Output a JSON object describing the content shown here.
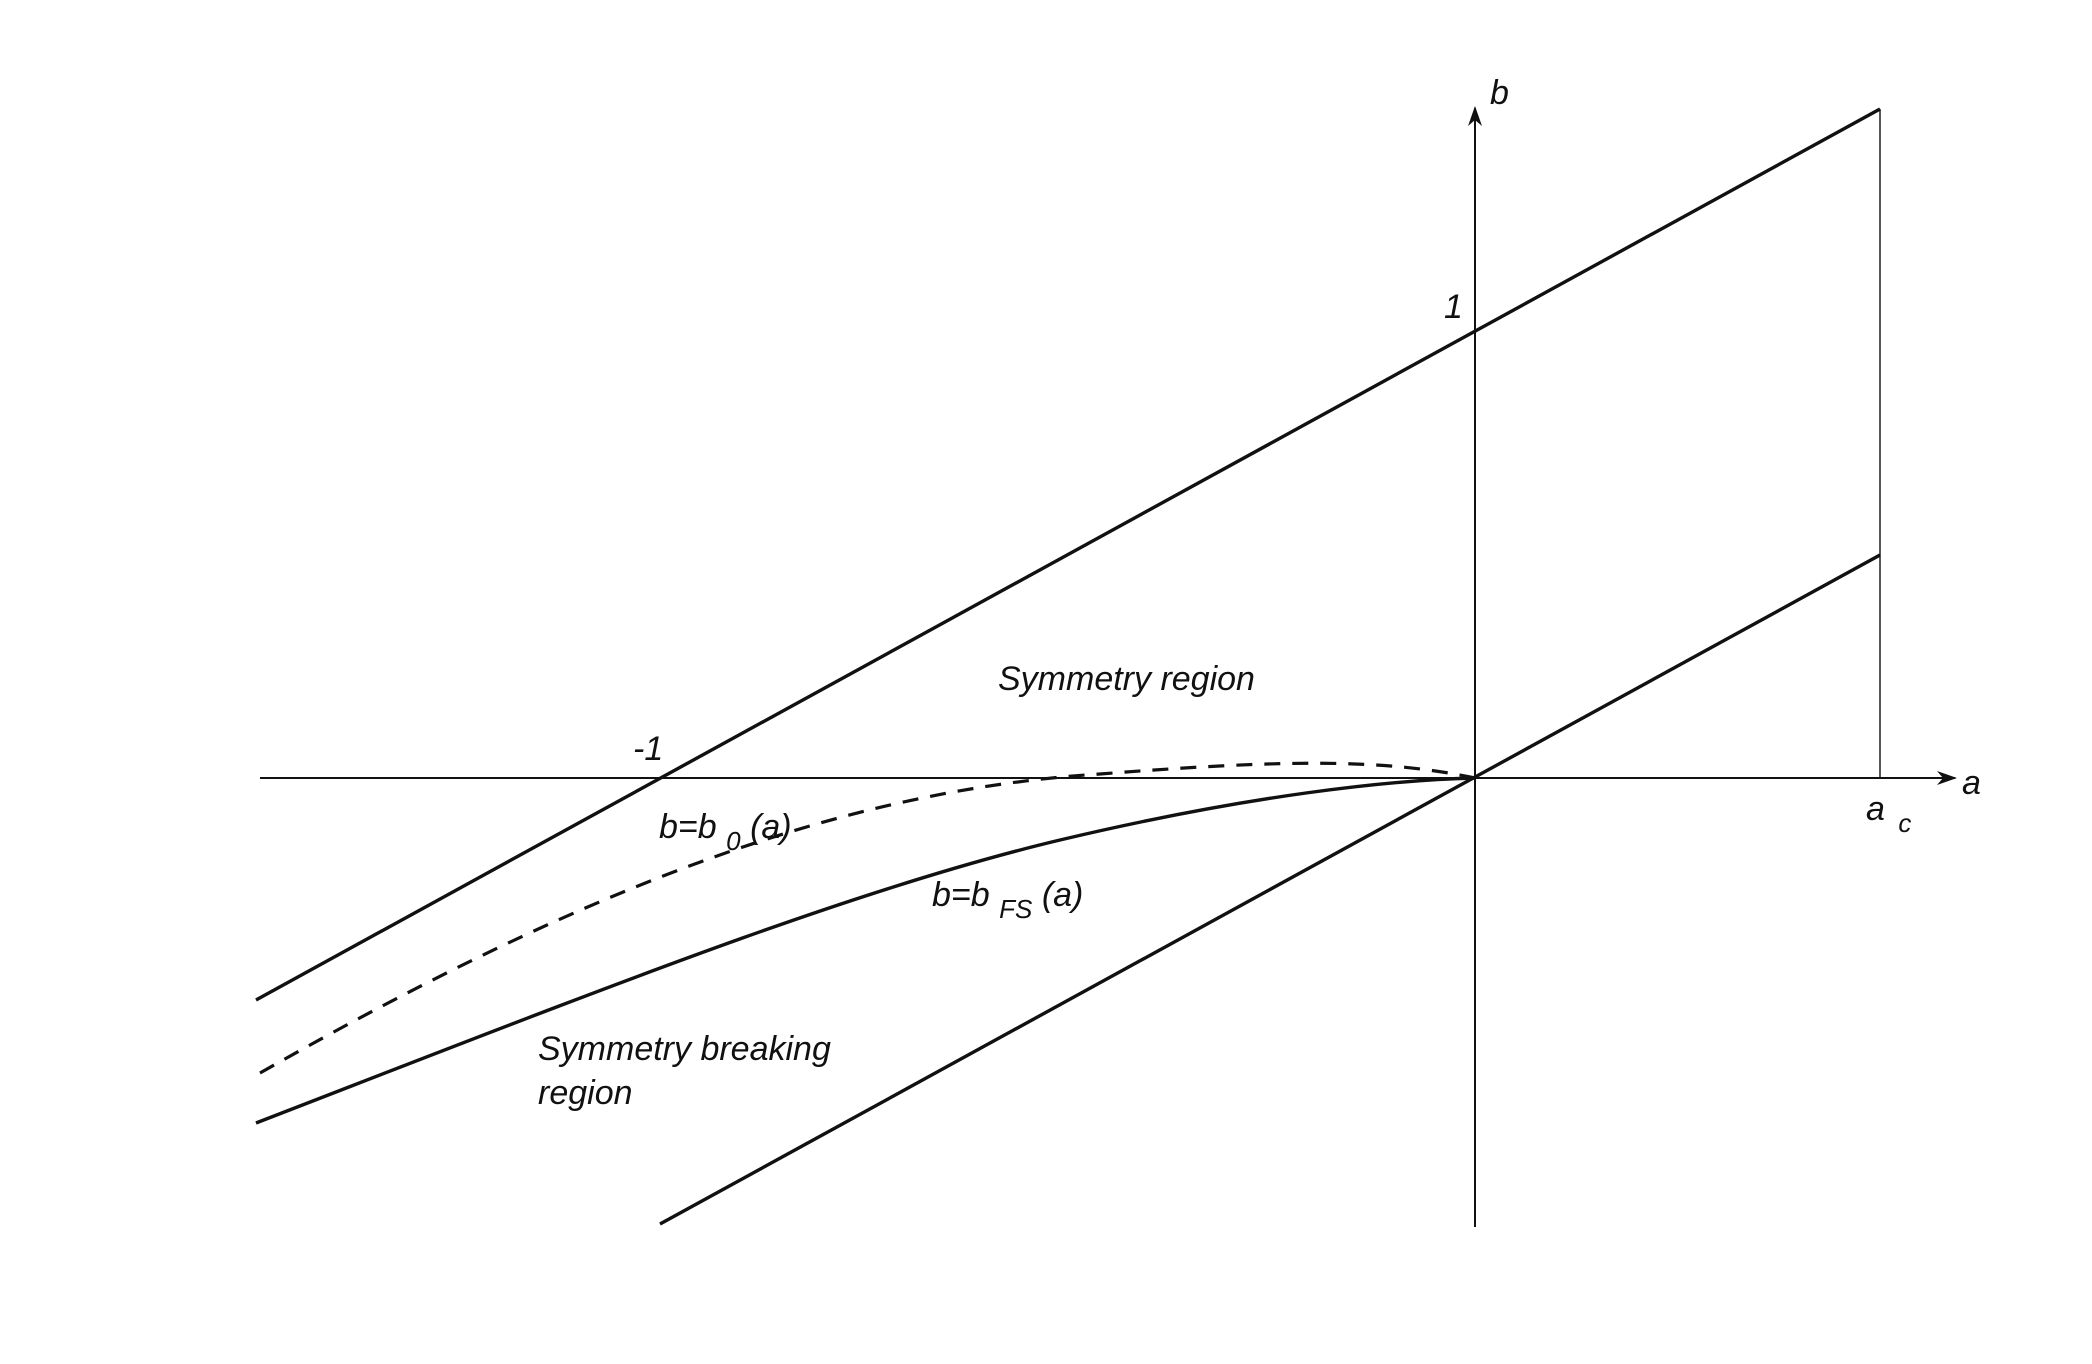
{
  "axes": {
    "x_label": "a",
    "y_label": "b",
    "x_tick_neg": "-1",
    "y_tick_one": "1",
    "ac_main": "a",
    "ac_sub": "c"
  },
  "regions": {
    "symmetry": "Symmetry region",
    "breaking_line1": "Symmetry breaking",
    "breaking_line2": "region"
  },
  "curves": {
    "b0_pre": "b=b",
    "b0_sub": "0",
    "b0_post": "(a)",
    "bfs_pre": "b=b",
    "bfs_sub": "FS",
    "bfs_post": "(a)"
  }
}
